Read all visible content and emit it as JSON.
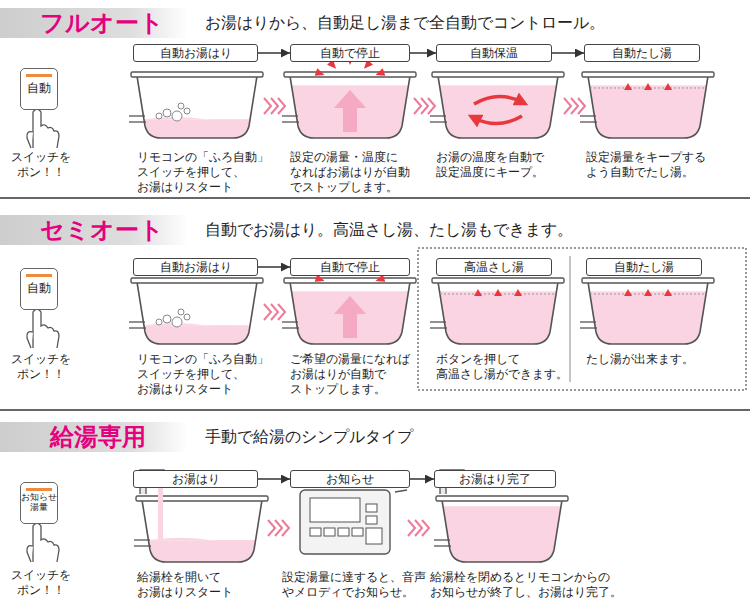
{
  "diagram": {
    "nodes": [
      {
        "text": [
          "フルオート",
          "お湯はりから、自動足し湯まで全自動でコントロール。"
        ]
      },
      {
        "text": [
          "自動"
        ]
      },
      {
        "text": [
          "自動お湯はり"
        ]
      },
      {
        "text": [
          "自動で停止"
        ]
      },
      {
        "text": [
          "自動保温"
        ]
      },
      {
        "text": [
          "自動たし湯"
        ]
      },
      {
        "text": [
          "セミオート",
          "自動でお湯はり。高温さし湯、たし湯もできます。"
        ]
      },
      {
        "text": [
          "自動"
        ]
      },
      {
        "text": [
          "自動お湯はり"
        ]
      },
      {
        "text": [
          "自動で停止"
        ]
      },
      {
        "text": [
          "高温さし湯"
        ]
      },
      {
        "text": [
          "自動たし湯"
        ]
      },
      {
        "text": [
          "給湯専用",
          "手動で給湯のシンプルタイプ"
        ]
      },
      {
        "text": [
          "お知らせ 湯量"
        ]
      },
      {
        "text": [
          "お湯はり"
        ]
      },
      {
        "text": [
          "お知らせ"
        ]
      },
      {
        "text": [
          "お湯はり完了"
        ]
      }
    ],
    "edges": [
      {
        "from": 2,
        "to": 3,
        "arrow": "to"
      },
      {
        "from": 3,
        "to": 4,
        "arrow": "to"
      },
      {
        "from": 4,
        "to": 5,
        "arrow": "to"
      },
      {
        "from": 8,
        "to": 9,
        "arrow": "to"
      },
      {
        "from": 14,
        "to": 15,
        "arrow": "to"
      },
      {
        "from": 15,
        "to": 16,
        "arrow": "to"
      }
    ],
    "labels": [
      "スイッチを ポン！！",
      "リモコンの「ふろ自動」 スイッチを押して、 お湯はりスタート",
      "設定の湯量・温度に なればお湯はりが自動 でストップします。",
      "お湯の温度を自動で 設定温度にキープ。",
      "設定湯量をキープする よう自動でたし湯。",
      "スイッチを ポン！！",
      "リモコンの「ふろ自動」 スイッチを押して、 お湯はりスタート",
      "ご希望の湯量になれば お湯はりが自動で ストップします。",
      "ボタンを押して 高温さし湯ができます。",
      "たし湯が出来ます。",
      "スイッチを ポン！！",
      "給湯栓を開いて お湯はりスタート",
      "設定湯量に達すると、音声 やメロディでお知らせ。",
      "給湯栓を閉めるとリモコンからの お知らせが終了し、お湯はり完了。"
    ]
  }
}
